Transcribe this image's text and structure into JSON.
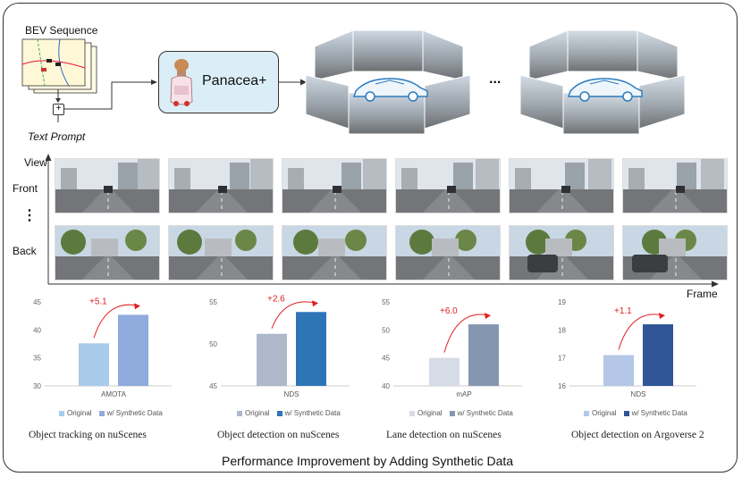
{
  "pipeline": {
    "bev_label": "BEV Sequence",
    "text_prompt_label": "Text Prompt",
    "model_label": "Panacea+",
    "plus_symbol": "+",
    "ellipsis": "..."
  },
  "views": {
    "axis_label": "View",
    "front_label": "Front",
    "dots": "⋮",
    "back_label": "Back",
    "frame_label": "Frame"
  },
  "charts": [
    {
      "type": "bar",
      "categories": [
        "AMOTA"
      ],
      "series": [
        {
          "name": "Original",
          "values": [
            37.6
          ]
        },
        {
          "name": "w/ Synthetic Data",
          "values": [
            42.7
          ]
        }
      ],
      "ylim": [
        30,
        45
      ],
      "yticks": [
        "30",
        "35",
        "40",
        "45"
      ],
      "improvement": "+5.1",
      "colors": [
        "#a8cbe9",
        "#8faadc"
      ],
      "caption": "Object tracking on nuScenes"
    },
    {
      "type": "bar",
      "categories": [
        "NDS"
      ],
      "series": [
        {
          "name": "Original",
          "values": [
            51.2
          ]
        },
        {
          "name": "w/ Synthetic Data",
          "values": [
            53.8
          ]
        }
      ],
      "ylim": [
        45,
        55
      ],
      "yticks": [
        "45",
        "50",
        "55"
      ],
      "improvement": "+2.6",
      "colors": [
        "#adb9ca",
        "#2e75b6"
      ],
      "caption": "Object detection on nuScenes"
    },
    {
      "type": "bar",
      "categories": [
        "mAP"
      ],
      "series": [
        {
          "name": "Original",
          "values": [
            45.0
          ]
        },
        {
          "name": "w/ Synthetic Data",
          "values": [
            51.0
          ]
        }
      ],
      "ylim": [
        40,
        55
      ],
      "yticks": [
        "40",
        "45",
        "50",
        "55"
      ],
      "improvement": "+6.0",
      "colors": [
        "#d6dce5",
        "#8497b0"
      ],
      "caption": "Lane detection on nuScenes"
    },
    {
      "type": "bar",
      "categories": [
        "NDS"
      ],
      "series": [
        {
          "name": "Original",
          "values": [
            17.1
          ]
        },
        {
          "name": "w/ Synthetic Data",
          "values": [
            18.2
          ]
        }
      ],
      "ylim": [
        16,
        19
      ],
      "yticks": [
        "16",
        "17",
        "18",
        "19"
      ],
      "improvement": "+1.1",
      "colors": [
        "#b4c7e7",
        "#2f5597"
      ],
      "caption": "Object detection on Argoverse  2"
    }
  ],
  "chart_data": [
    {
      "type": "bar",
      "categories": [
        "AMOTA"
      ],
      "series": [
        {
          "name": "Original",
          "values": [
            37.6
          ]
        },
        {
          "name": "w/ Synthetic Data",
          "values": [
            42.7
          ]
        }
      ],
      "ylim": [
        30,
        45
      ],
      "title": "",
      "xlabel": "",
      "ylabel": ""
    },
    {
      "type": "bar",
      "categories": [
        "NDS"
      ],
      "series": [
        {
          "name": "Original",
          "values": [
            51.2
          ]
        },
        {
          "name": "w/ Synthetic Data",
          "values": [
            53.8
          ]
        }
      ],
      "ylim": [
        45,
        55
      ],
      "title": "",
      "xlabel": "",
      "ylabel": ""
    },
    {
      "type": "bar",
      "categories": [
        "mAP"
      ],
      "series": [
        {
          "name": "Original",
          "values": [
            45.0
          ]
        },
        {
          "name": "w/ Synthetic Data",
          "values": [
            51.0
          ]
        }
      ],
      "ylim": [
        40,
        55
      ],
      "title": "",
      "xlabel": "",
      "ylabel": ""
    },
    {
      "type": "bar",
      "categories": [
        "NDS"
      ],
      "series": [
        {
          "name": "Original",
          "values": [
            17.1
          ]
        },
        {
          "name": "w/ Synthetic Data",
          "values": [
            18.2
          ]
        }
      ],
      "ylim": [
        16,
        19
      ],
      "title": "",
      "xlabel": "",
      "ylabel": ""
    }
  ],
  "footer": {
    "title": "Performance Improvement by Adding Synthetic Data"
  }
}
